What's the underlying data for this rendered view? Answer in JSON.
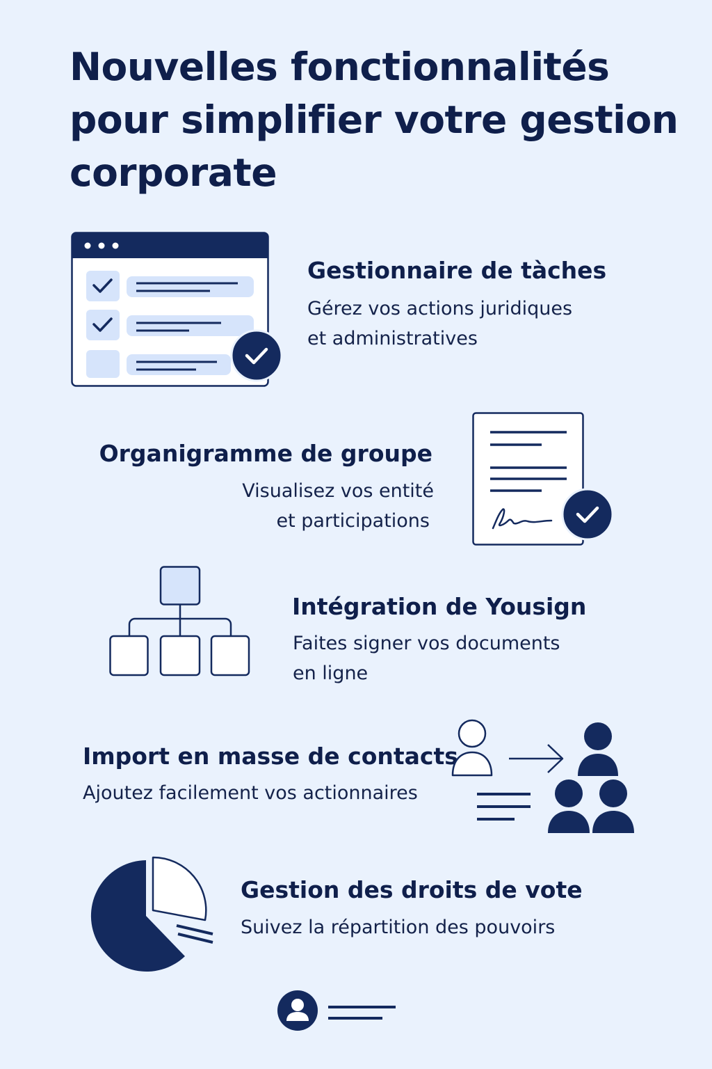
{
  "page": {
    "title_lines": [
      "Nouvelles fonctionnalités",
      "pour simplifier votre gestion",
      "corporate"
    ]
  },
  "colors": {
    "background": "#eaf2fd",
    "navy": "#142a5e",
    "light_blue": "#d6e4fb",
    "white": "#ffffff"
  },
  "features": [
    {
      "title": "Gestionnaire de tàches",
      "description_lines": [
        "Gérez vos actions juridiques",
        "et administratives"
      ],
      "icon": "task-checklist-icon"
    },
    {
      "title": "Organigramme de groupe",
      "description_lines": [
        "Visualisez vos entité",
        "et participations"
      ],
      "icon": "signed-document-icon"
    },
    {
      "title": "Intégration de Yousign",
      "description_lines": [
        "Faites signer vos documents",
        "en ligne"
      ],
      "icon": "org-chart-icon"
    },
    {
      "title": "Import en masse de contacts",
      "description_lines": [
        "Ajoutez facilement vos actionnaires"
      ],
      "icon": "contacts-import-icon"
    },
    {
      "title": "Gestion des droits de vote",
      "description_lines": [
        "Suivez la répartition des pouvoirs"
      ],
      "icon": "pie-chart-icon"
    }
  ],
  "footer": {
    "icon": "user-profile-icon"
  }
}
